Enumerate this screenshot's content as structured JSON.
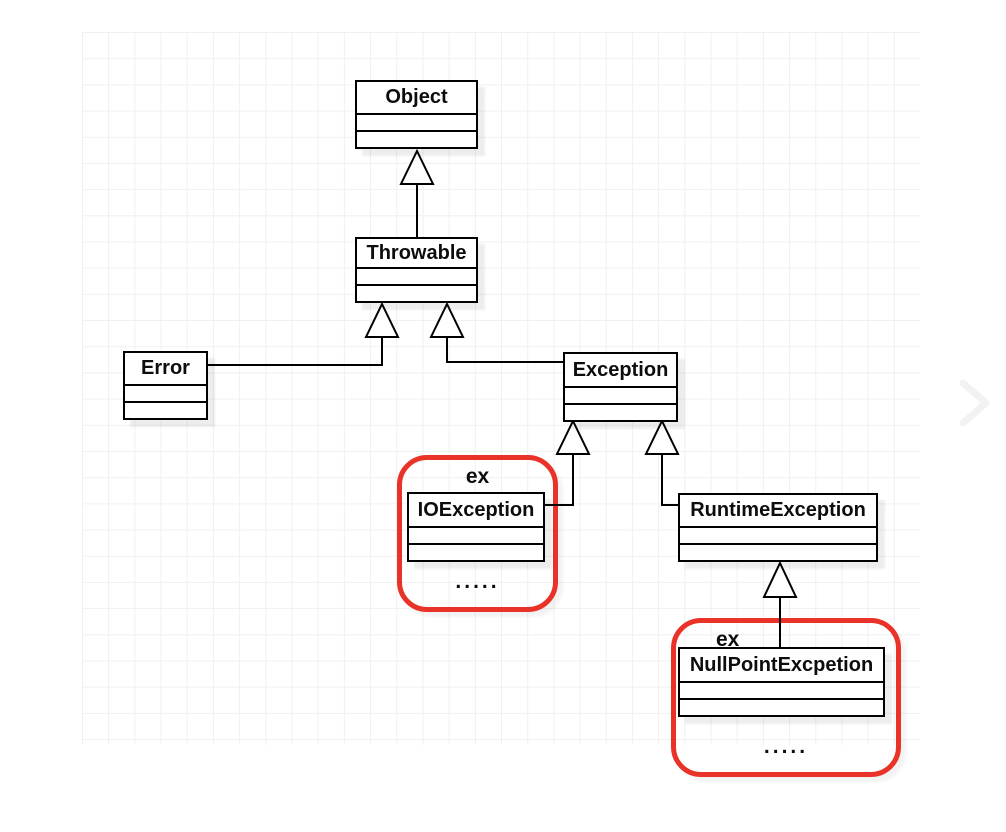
{
  "diagram": {
    "nodes": {
      "object": {
        "label": "Object"
      },
      "throwable": {
        "label": "Throwable"
      },
      "error": {
        "label": "Error"
      },
      "exception": {
        "label": "Exception"
      },
      "io_exception": {
        "label": "IOException"
      },
      "runtime_exception": {
        "label": "RuntimeException"
      },
      "null_point_excpetion": {
        "label": "NullPointExcpetion"
      }
    },
    "groups": {
      "io": {
        "label": "ex",
        "dots": "....."
      },
      "runtime": {
        "label": "ex",
        "dots": "....."
      }
    },
    "relations": [
      {
        "child": "Throwable",
        "parent": "Object",
        "type": "generalization"
      },
      {
        "child": "Error",
        "parent": "Throwable",
        "type": "generalization"
      },
      {
        "child": "Exception",
        "parent": "Throwable",
        "type": "generalization"
      },
      {
        "child": "IOException",
        "parent": "Exception",
        "type": "generalization"
      },
      {
        "child": "RuntimeException",
        "parent": "Exception",
        "type": "generalization"
      },
      {
        "child": "NullPointExcpetion",
        "parent": "RuntimeException",
        "type": "generalization"
      }
    ],
    "colors": {
      "highlight_red": "#e93328",
      "node_border": "#000000",
      "grid_line": "#f0f0f0"
    }
  },
  "icons": {
    "next_chevron": "chevron-right"
  }
}
